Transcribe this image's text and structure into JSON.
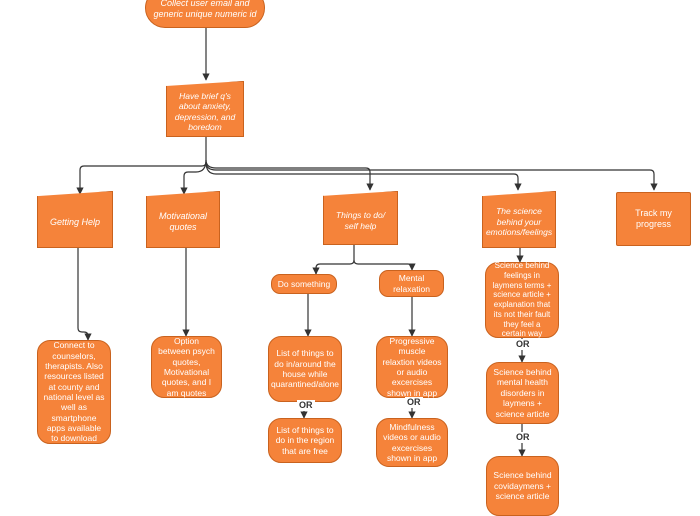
{
  "colors": {
    "node_fill": "#f5833a",
    "node_border": "#c9621e",
    "text": "#ffffff",
    "connector": "#333333"
  },
  "nodes": {
    "collect": "Collect user email and generic unique numeric id",
    "brief": "Have brief q's about anxiety, depression, and boredom",
    "getting_help": "Getting Help",
    "motivational": "Motivational quotes",
    "things_to_do": "Things to do/ self help",
    "science": "The science behind your emotions/feelings",
    "track": "Track my progress",
    "connect": "Connect to counselors, therapists. Also resources listed at county and national level as well as smartphone apps available to download",
    "option_quotes": "Option between psych quotes, Motivational quotes, and I am quotes",
    "do_something": "Do something",
    "mental_relaxation": "Mental relaxation",
    "list_house": "List of things to do in/around the house while quarantined/alone",
    "list_region": "List of things to do in the region that are free",
    "progressive": "Progressive muscle relaxtion videos or audio excercises shown in app",
    "mindfulness": "Mindfulness videos or audio excercises shown in app",
    "sci_feelings": "Science behind feelings in laymens terms + science article + explanation that its not their fault they feel a certain way",
    "sci_mental": "Science behind mental health disorders in laymens + science article",
    "sci_covid": "Science behind covidaymens + science article"
  },
  "or_labels": {
    "or1": "OR",
    "or2": "OR",
    "or3": "OR",
    "or4": "OR"
  }
}
